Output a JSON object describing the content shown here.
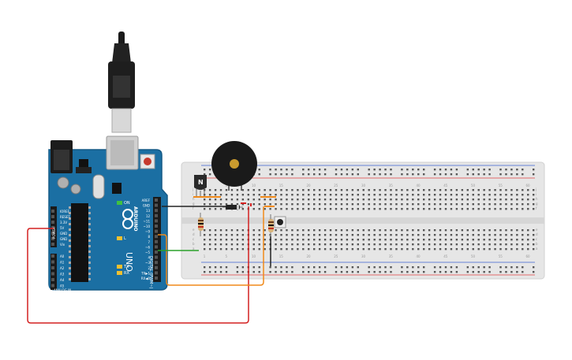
{
  "colors": {
    "board": "#1b6fa3",
    "board_dark": "#155a86",
    "breadboard": "#e6e6e6",
    "rail_red": "#e04040",
    "rail_blue": "#3a5fd0",
    "wire_red": "#d42020",
    "wire_orange": "#f08a1a",
    "wire_green": "#2aa02a",
    "wire_black": "#222222",
    "buzzer": "#1a1a1a",
    "buzzer_center": "#c99a2e"
  },
  "arduino": {
    "brand": "ARDUINO",
    "model": "UNO",
    "power_header_labels": [
      "IOREF",
      "RESET",
      "3.3V",
      "5V",
      "GND",
      "GND",
      "Vin"
    ],
    "power_label": "POWER",
    "analog_header_labels": [
      "A0",
      "A1",
      "A2",
      "A3",
      "A4",
      "A5"
    ],
    "analog_label": "ANALOG IN",
    "digital_header_labels": [
      "AREF",
      "GND",
      "13",
      "12",
      "~11",
      "~10",
      "~9",
      "8",
      "7",
      "~6",
      "~5",
      "4",
      "~3",
      "2",
      "TX▶1",
      "RX◀0"
    ],
    "digital_label": "DIGITAL (PWM~)",
    "tx_label": "TX",
    "rx_label": "RX",
    "l_label": "L",
    "on_label": "ON"
  },
  "breadboard": {
    "column_numbers": [
      "1",
      "5",
      "10",
      "15",
      "20",
      "25",
      "30",
      "35",
      "40",
      "45",
      "50",
      "55",
      "60"
    ],
    "row_letters_top": [
      "j",
      "i",
      "h",
      "g",
      "f"
    ],
    "row_letters_bottom": [
      "e",
      "d",
      "c",
      "b",
      "a"
    ]
  },
  "transistor_label": "N"
}
